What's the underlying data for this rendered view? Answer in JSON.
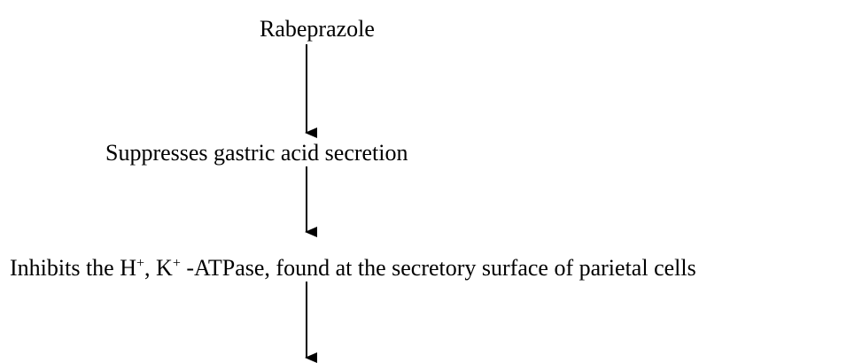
{
  "diagram": {
    "type": "flowchart",
    "line_color": "#000000",
    "nodes": [
      {
        "id": "n1",
        "text": "Rabeprazole"
      },
      {
        "id": "n2",
        "text": "Suppresses gastric acid secretion"
      },
      {
        "id": "n3",
        "text_parts": {
          "a": "Inhibits the H",
          "b": "+",
          "c": ", K",
          "d": "+",
          "e": " -ATPase, found at the secretory surface of parietal cells"
        }
      }
    ],
    "edges": [
      {
        "from": "n1",
        "to": "n2"
      },
      {
        "from": "n2",
        "to": "n3"
      },
      {
        "from": "n3",
        "to": ""
      }
    ]
  }
}
